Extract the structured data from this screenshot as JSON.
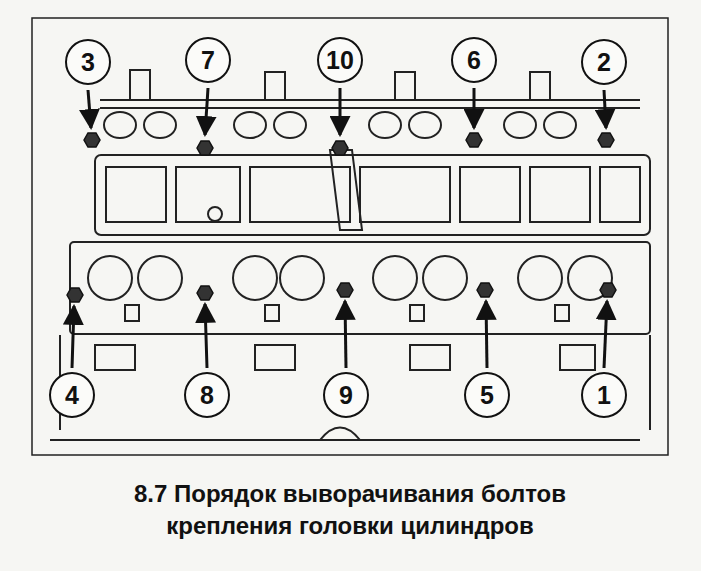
{
  "diagram": {
    "caption": "8.7 Порядок выворачивания болтов крепления головки цилиндров",
    "nodes": [
      {
        "text": [
          "3"
        ]
      },
      {
        "text": [
          "7"
        ]
      },
      {
        "text": [
          "10"
        ]
      },
      {
        "text": [
          "6"
        ]
      },
      {
        "text": [
          "2"
        ]
      },
      {
        "text": [
          "4"
        ]
      },
      {
        "text": [
          "8"
        ]
      },
      {
        "text": [
          "9"
        ]
      },
      {
        "text": [
          "5"
        ]
      },
      {
        "text": [
          "1"
        ]
      }
    ]
  }
}
